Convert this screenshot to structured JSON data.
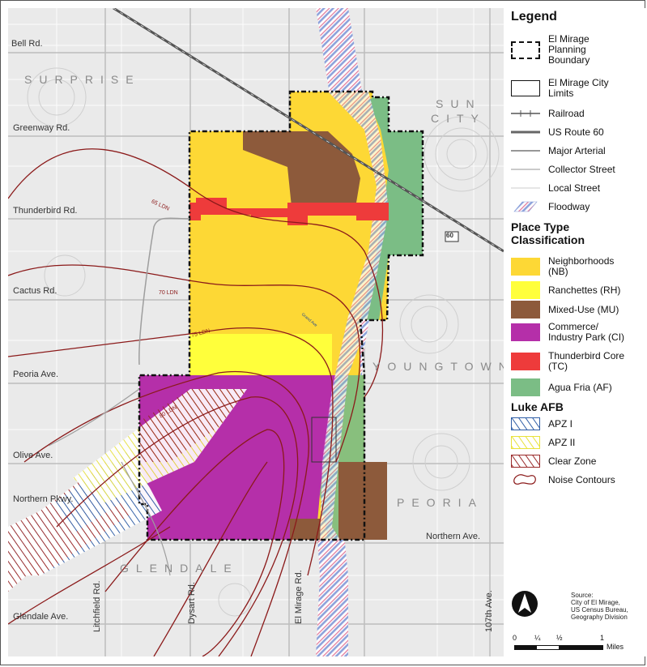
{
  "map": {
    "roads": {
      "bell": "Bell Rd.",
      "greenway": "Greenway Rd.",
      "thunderbird": "Thunderbird Rd.",
      "cactus": "Cactus Rd.",
      "peoria": "Peoria Ave.",
      "olive": "Olive Ave.",
      "northern_pkwy": "Northern Pkwy.",
      "northern_ave": "Northern Ave.",
      "glendale": "Glendale Ave.",
      "litchfield": "Litchfield Rd.",
      "dysart": "Dysart Rd.",
      "el_mirage": "El Mirage Rd.",
      "107th": "107th Ave."
    },
    "places": {
      "surprise": "SURPRISE",
      "sun": "SUN",
      "city": "CITY",
      "youngtown": "YOUNGTOWN",
      "peoria": "PEORIA",
      "glendale": "GLENDALE"
    },
    "noise": {
      "ldn65": "65 LDN",
      "ldn70": "70 LDN",
      "ldn75": "75 LDN",
      "ldn80": "80 LDN"
    },
    "route_shield": "60",
    "road_label_small": "Grand Ave"
  },
  "legend": {
    "title": "Legend",
    "items": [
      {
        "label": "El Mirage\nPlanning\nBoundary",
        "icon": "planning-boundary-icon"
      },
      {
        "label": "El Mirage City\nLimits",
        "icon": "city-limits-icon"
      },
      {
        "label": "Railroad",
        "icon": "railroad-icon"
      },
      {
        "label": "US Route 60",
        "icon": "route-line-icon"
      },
      {
        "label": "Major Arterial",
        "icon": "arterial-line-icon"
      },
      {
        "label": "Collector Street",
        "icon": "collector-line-icon"
      },
      {
        "label": "Local Street",
        "icon": "local-line-icon"
      },
      {
        "label": "Floodway",
        "icon": "floodway-icon"
      }
    ],
    "place_type_title": "Place Type\nClassification",
    "place_types": [
      {
        "label": "Neighborhoods\n(NB)",
        "color": "#fdd835"
      },
      {
        "label": "Ranchettes (RH)",
        "color": "#ffff3b"
      },
      {
        "label": "Mixed-Use (MU)",
        "color": "#8d5a3b"
      },
      {
        "label": "Commerce/\nIndustry Park (CI)",
        "color": "#b52fa9"
      },
      {
        "label": "Thunderbird Core\n(TC)",
        "color": "#ee3b3b"
      },
      {
        "label": "Agua Fria (AF)",
        "color": "#7bbd85"
      }
    ],
    "luke_title": "Luke AFB",
    "luke_items": [
      {
        "label": "APZ I",
        "color": "#2f5ea6"
      },
      {
        "label": "APZ II",
        "color": "#e8e23a"
      },
      {
        "label": "Clear Zone",
        "color": "#9a2a2a"
      },
      {
        "label": "Noise Contours",
        "color": "#8b1a1a"
      }
    ],
    "source": "Source:\nCity of El Mirage,\nUS Census Bureau,\nGeography Division",
    "scale": {
      "s0": "0",
      "s1": "¼",
      "s2": "½",
      "s3": "1",
      "unit": "Miles"
    }
  }
}
